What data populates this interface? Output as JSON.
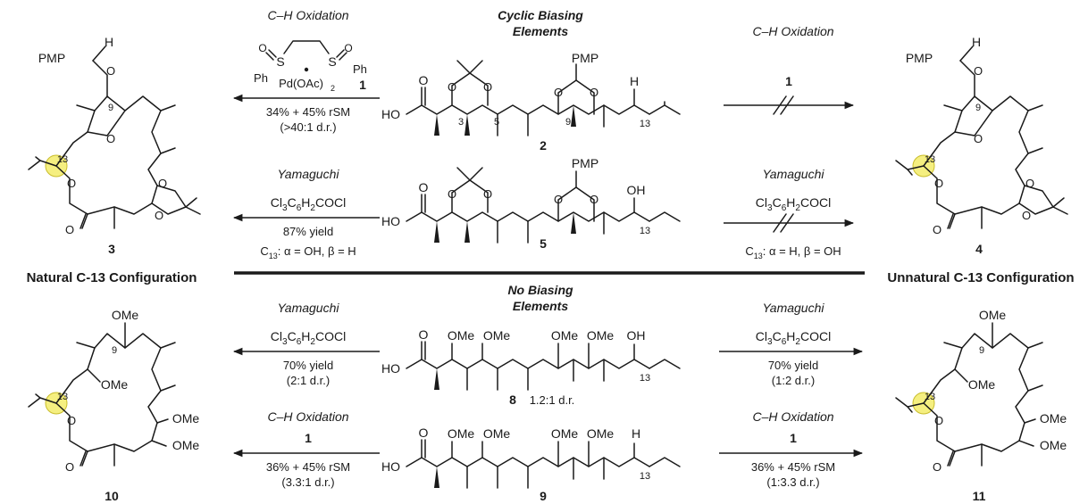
{
  "headers": {
    "biasing": [
      "Cyclic Biasing",
      "Elements"
    ],
    "nobiasing": [
      "No Biasing",
      "Elements"
    ]
  },
  "config_labels": {
    "natural": "Natural C-13 Configuration",
    "unnatural": "Unnatural C-13 Configuration"
  },
  "compounds": {
    "c1": "1",
    "c2": "2",
    "c3": "3",
    "c4": "4",
    "c5": "5",
    "c8": "8",
    "c9": "9",
    "c10": "10",
    "c11": "11",
    "dr8": "1.2:1 d.r."
  },
  "atoms": {
    "pmp": "PMP",
    "h": "H",
    "o": "O",
    "ho": "HO",
    "oh": "OH",
    "ome": "OMe",
    "s": "S",
    "ph": "Ph",
    "pd": "Pd(OAc)",
    "sub2": "2"
  },
  "numbers": {
    "n3": "3",
    "n5": "5",
    "n9": "9",
    "n13": "13"
  },
  "reactions": {
    "top_left": {
      "title": "C–H Oxidation",
      "cond1": "34% + 45% rSM",
      "cond2": "(>40:1 d.r.)"
    },
    "top_right": {
      "title": "C–H Oxidation",
      "reagent": "1"
    },
    "mid_left": {
      "title": "Yamaguchi",
      "yield": "87% yield",
      "note": ": α = OH, β = H"
    },
    "mid_right": {
      "title": "Yamaguchi",
      "note": ": α = H, β = OH"
    },
    "bot1_left": {
      "title": "Yamaguchi",
      "cond1": "70% yield",
      "cond2": "(2:1 d.r.)"
    },
    "bot1_right": {
      "title": "Yamaguchi",
      "cond1": "70% yield",
      "cond2": "(1:2 d.r.)"
    },
    "bot2_left": {
      "title": "C–H Oxidation",
      "reagent": "1",
      "cond1": "36% + 45% rSM",
      "cond2": "(3.3:1 d.r.)"
    },
    "bot2_right": {
      "title": "C–H Oxidation",
      "reagent": "1",
      "cond1": "36% + 45% rSM",
      "cond2": "(1:3.3 d.r.)"
    }
  },
  "reagent_formula": {
    "a": "Cl",
    "b": "3",
    "c": "C",
    "d": "6",
    "e": "H",
    "f": "2",
    "g": "COCl"
  },
  "c13_prefix": {
    "c": "C",
    "sub": "13"
  }
}
